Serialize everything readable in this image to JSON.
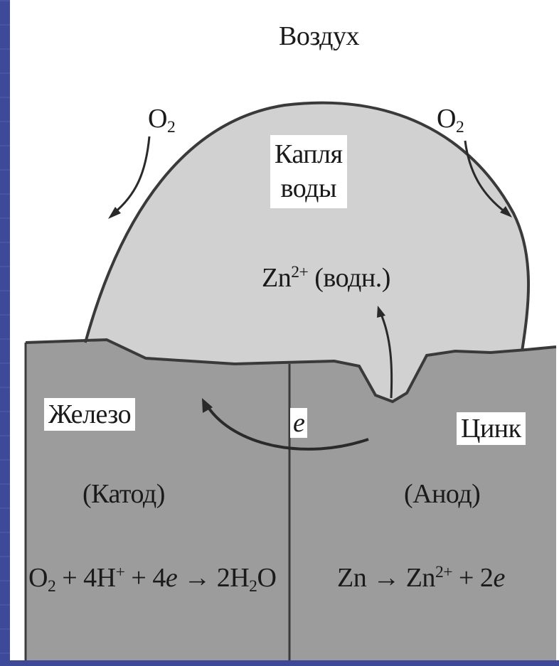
{
  "labels": {
    "air": "Воздух",
    "o2_left_base": "O",
    "o2_left_sub": "2",
    "o2_right_base": "O",
    "o2_right_sub": "2",
    "drop_line1": "Капля",
    "drop_line2": "воды",
    "zn_ion_base": "Zn",
    "zn_ion_sup": "2+",
    "zn_ion_suffix": " (водн.)",
    "iron": "Железо",
    "zinc": "Цинк",
    "electron": "e",
    "cathode": "(Катод)",
    "anode": "(Анод)"
  },
  "equations": {
    "cathode": {
      "o": "O",
      "o_sub": "2",
      "mid": " + 4H",
      "h_sup": "+",
      "plus": " + 4",
      "e": "e",
      "arrow": " → 2H",
      "h2_sub": "2",
      "end": "O"
    },
    "anode": {
      "zn": "Zn → Zn",
      "zn_sup": "2+",
      "plus": " + 2",
      "e": "e"
    }
  },
  "colors": {
    "metal": "#9c9c9c",
    "drop": "#d1d1d1",
    "outline": "#3a3a3a",
    "frame": "#3d4a9a"
  }
}
